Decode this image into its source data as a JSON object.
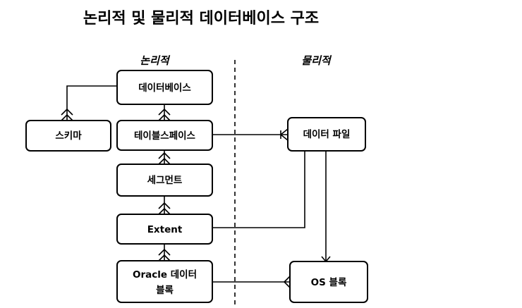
{
  "title": "논리적 및 물리적 데이터베이스 구조",
  "columns": {
    "logical": "논리적",
    "physical": "물리적"
  },
  "nodes": {
    "database": "데이터베이스",
    "schema": "스키마",
    "tablespace": "테이블스페이스",
    "segment": "세그먼트",
    "extent": "Extent",
    "oracle_block_line1": "Oracle 데이터",
    "oracle_block_line2": "블록",
    "datafile": "데이터 파일",
    "os_block": "OS 블록"
  }
}
